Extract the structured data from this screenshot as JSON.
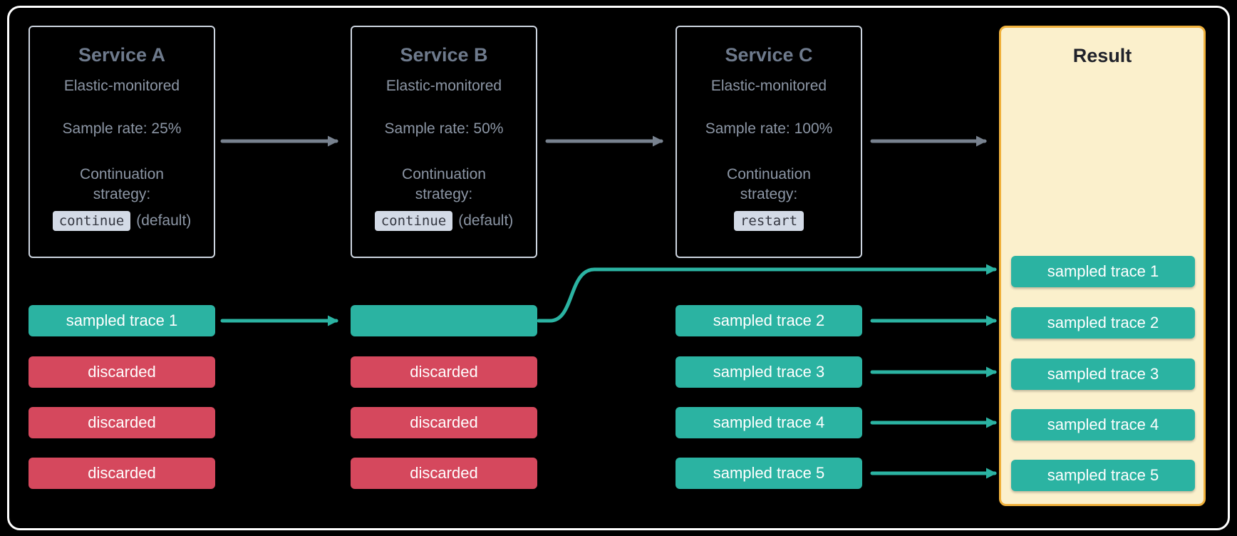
{
  "colors": {
    "background": "#000000",
    "frame_border": "#ffffff",
    "box_border": "#cdd5e0",
    "title": "#6e7a8c",
    "body": "#8c96a5",
    "code_bg": "#d3dae6",
    "code_text": "#343741",
    "teal": "#2bb3a2",
    "red": "#d5485d",
    "arrow_gray": "#78828f",
    "result_bg": "#fbf0cc",
    "result_border": "#f0b13c",
    "result_title": "#20222a",
    "pill_text": "#ffffff"
  },
  "services": [
    {
      "name": "Service A",
      "monitoring": "Elastic-monitored",
      "sample_rate": "Sample rate: 25%",
      "strategy_label": "Continuation strategy:",
      "strategy_code": "continue",
      "strategy_note": "(default)"
    },
    {
      "name": "Service B",
      "monitoring": "Elastic-monitored",
      "sample_rate": "Sample rate: 50%",
      "strategy_label": "Continuation strategy:",
      "strategy_code": "continue",
      "strategy_note": "(default)"
    },
    {
      "name": "Service C",
      "monitoring": "Elastic-monitored",
      "sample_rate": "Sample rate: 100%",
      "strategy_label": "Continuation strategy:",
      "strategy_code": "restart",
      "strategy_note": ""
    }
  ],
  "lanes": {
    "service_a": [
      {
        "label": "sampled trace 1",
        "type": "sampled"
      },
      {
        "label": "discarded",
        "type": "discarded"
      },
      {
        "label": "discarded",
        "type": "discarded"
      },
      {
        "label": "discarded",
        "type": "discarded"
      }
    ],
    "service_b": [
      {
        "label": "",
        "type": "sampled"
      },
      {
        "label": "discarded",
        "type": "discarded"
      },
      {
        "label": "discarded",
        "type": "discarded"
      },
      {
        "label": "discarded",
        "type": "discarded"
      }
    ],
    "service_c": [
      {
        "label": "sampled trace 2",
        "type": "sampled"
      },
      {
        "label": "sampled trace 3",
        "type": "sampled"
      },
      {
        "label": "sampled trace 4",
        "type": "sampled"
      },
      {
        "label": "sampled trace 5",
        "type": "sampled"
      }
    ]
  },
  "result": {
    "title": "Result",
    "pills": [
      {
        "label": "sampled trace 1",
        "type": "sampled"
      },
      {
        "label": "sampled trace 2",
        "type": "sampled"
      },
      {
        "label": "sampled trace 3",
        "type": "sampled"
      },
      {
        "label": "sampled trace 4",
        "type": "sampled"
      },
      {
        "label": "sampled trace 5",
        "type": "sampled"
      }
    ]
  }
}
